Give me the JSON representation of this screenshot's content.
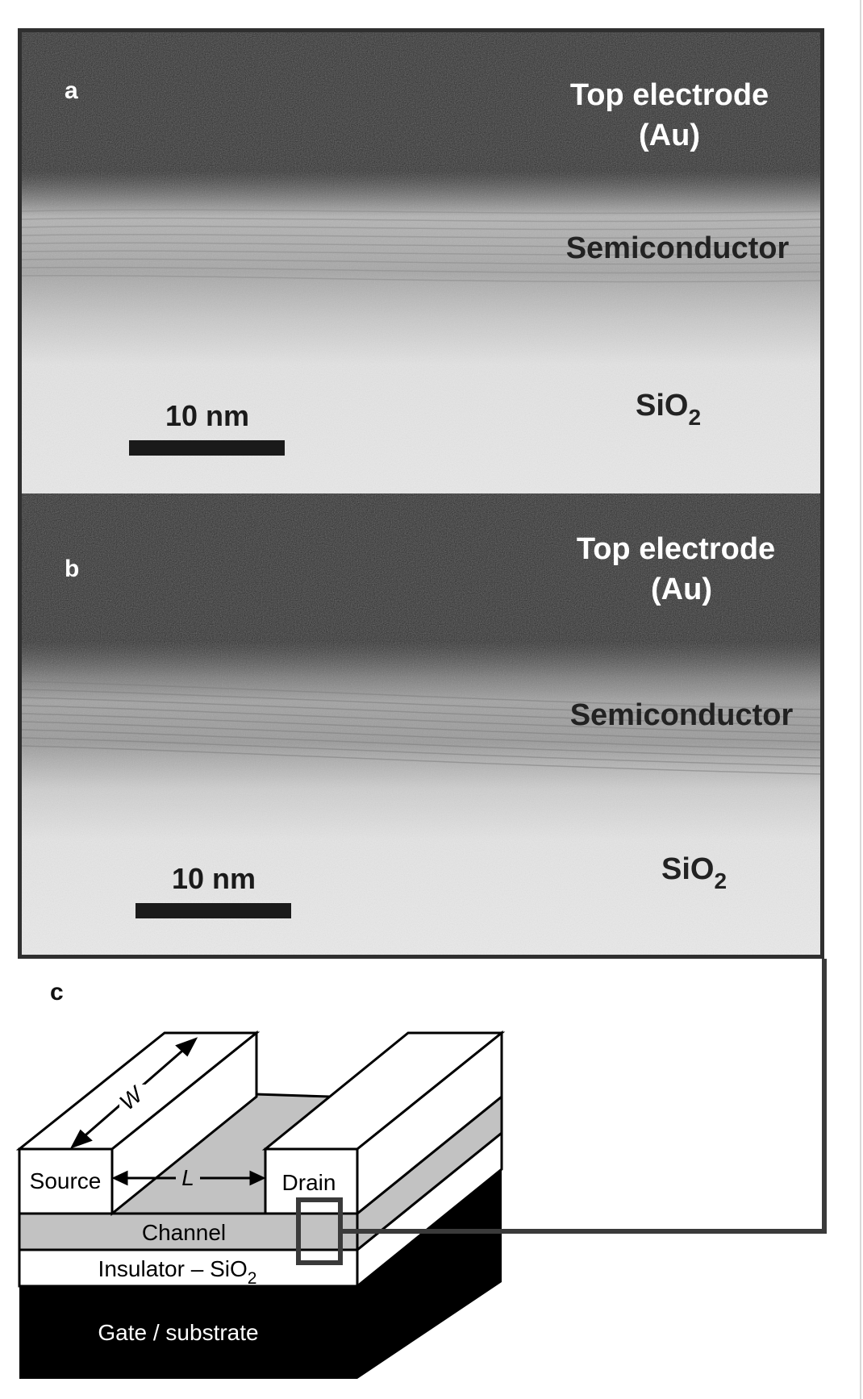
{
  "panels": {
    "a": {
      "letter": "a",
      "top_label_line1": "Top electrode",
      "top_label_line2": "(Au)",
      "semiconductor_label": "Semiconductor",
      "sio2_label": "SiO",
      "sio2_sub": "2",
      "scalebar_label": "10 nm"
    },
    "b": {
      "letter": "b",
      "top_label_line1": "Top electrode",
      "top_label_line2": "(Au)",
      "semiconductor_label": "Semiconductor",
      "sio2_label": "SiO",
      "sio2_sub": "2",
      "scalebar_label": "10 nm"
    },
    "c": {
      "letter": "c",
      "width_label": "W",
      "length_label": "L",
      "source_label": "Source",
      "drain_label": "Drain",
      "channel_label": "Channel",
      "insulator_label": "Insulator – SiO",
      "insulator_sub": "2",
      "gate_label": "Gate / substrate"
    }
  },
  "colors": {
    "electrode_dark": "#262626",
    "semiconductor_grey": "#a9a9a9",
    "sio2_light": "#e6e6e6",
    "channel_grey": "#c2c2c2",
    "gate_black": "#000000",
    "frame": "#3a3a3a"
  }
}
